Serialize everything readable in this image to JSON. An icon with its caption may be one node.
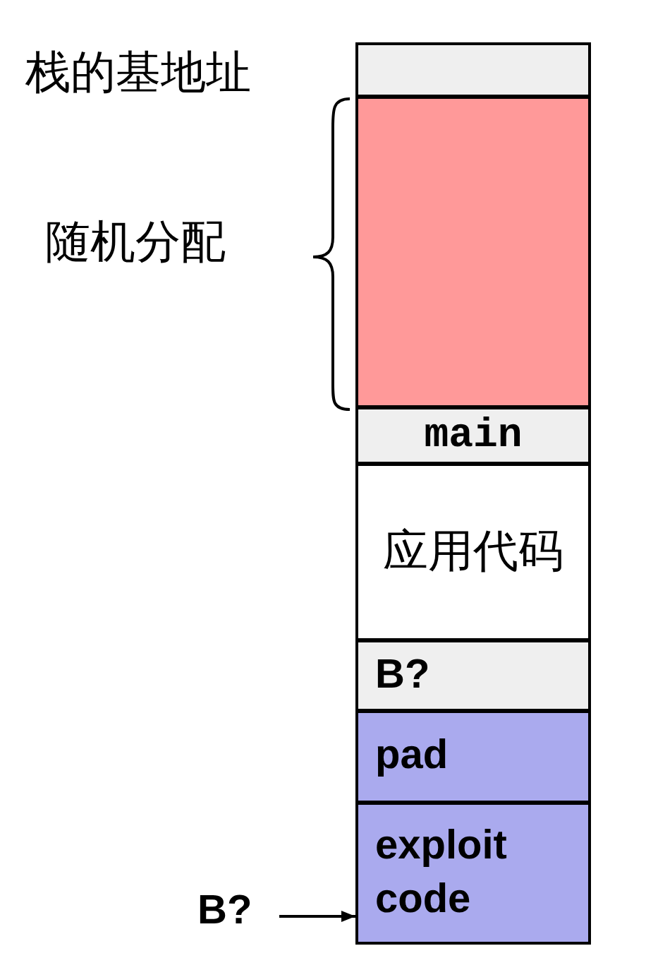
{
  "diagram": {
    "nodes": [
      {
        "text": [],
        "shape": "box"
      },
      {
        "text": [],
        "shape": "box"
      },
      {
        "text": [
          "main"
        ]
      },
      {
        "text": [
          "应用代码"
        ]
      },
      {
        "text": [
          "B?"
        ]
      },
      {
        "text": [
          "pad"
        ]
      },
      {
        "text": [
          "exploit code"
        ]
      },
      {
        "text": [
          "B?"
        ]
      }
    ],
    "edges": [
      {
        "from": 7,
        "to": 6,
        "arrow": "to"
      }
    ],
    "labels": [
      "栈的基地址",
      "随机分配"
    ]
  }
}
